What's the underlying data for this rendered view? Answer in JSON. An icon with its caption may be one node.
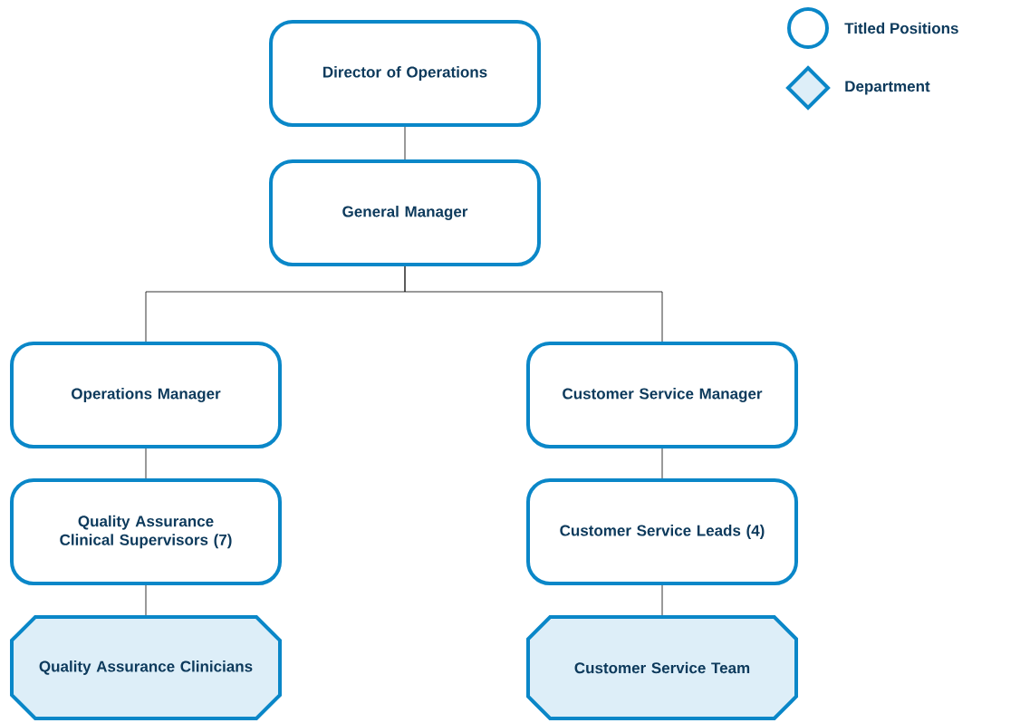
{
  "diagram": {
    "nodes": [
      {
        "text": [
          "Director of Operations"
        ]
      },
      {
        "text": [
          "General Manager"
        ]
      },
      {
        "text": [
          "Operations Manager"
        ]
      },
      {
        "text": [
          "Customer Service Manager"
        ]
      },
      {
        "text": [
          "Quality Assurance Clinical Supervisors (7)"
        ]
      },
      {
        "text": [
          "Customer Service Leads (4)"
        ]
      },
      {
        "text": [
          "Quality Assurance Clinicians"
        ]
      },
      {
        "text": [
          "Customer Service Team"
        ]
      }
    ],
    "edges": [
      {
        "from": 0,
        "to": 1,
        "arrow": "none"
      },
      {
        "from": 1,
        "to": 2,
        "arrow": "none"
      },
      {
        "from": 1,
        "to": 3,
        "arrow": "none"
      },
      {
        "from": 2,
        "to": 4,
        "arrow": "none"
      },
      {
        "from": 4,
        "to": 6,
        "arrow": "none"
      },
      {
        "from": 3,
        "to": 5,
        "arrow": "none"
      },
      {
        "from": 5,
        "to": 7,
        "arrow": "none"
      }
    ],
    "legend": [
      {
        "text": "Titled Positions"
      },
      {
        "text": "Department"
      }
    ]
  }
}
